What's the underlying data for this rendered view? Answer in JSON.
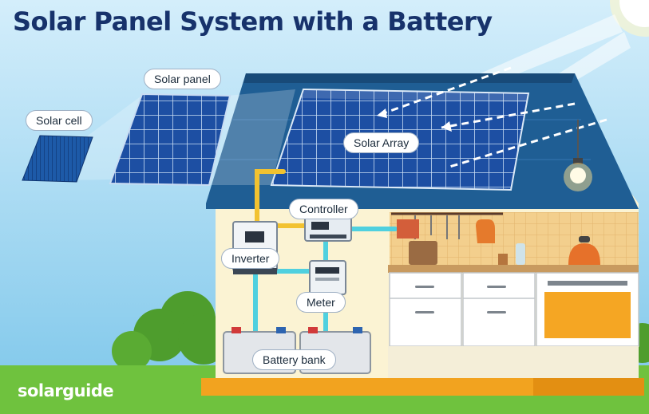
{
  "title": "Solar Panel System with a Battery",
  "labels": {
    "solar_cell": "Solar cell",
    "solar_panel": "Solar panel",
    "solar_array": "Solar Array",
    "controller": "Controller",
    "inverter": "Inverter",
    "meter": "Meter",
    "battery_bank": "Battery bank"
  },
  "brand": "solarguide",
  "colors": {
    "title": "#17326b",
    "sky": "#8fd0ef",
    "roof": "#1f5e94",
    "panel": "#1d4fa3",
    "wall": "#fbf3d3",
    "grass": "#6fc23e",
    "wire_dc": "#f2c230",
    "wire_ac": "#4fd0df",
    "floor": "#f2a31f"
  },
  "icons": [
    "sun-icon",
    "lightbulb-icon",
    "kettle-icon",
    "oven-mitt-icon"
  ]
}
